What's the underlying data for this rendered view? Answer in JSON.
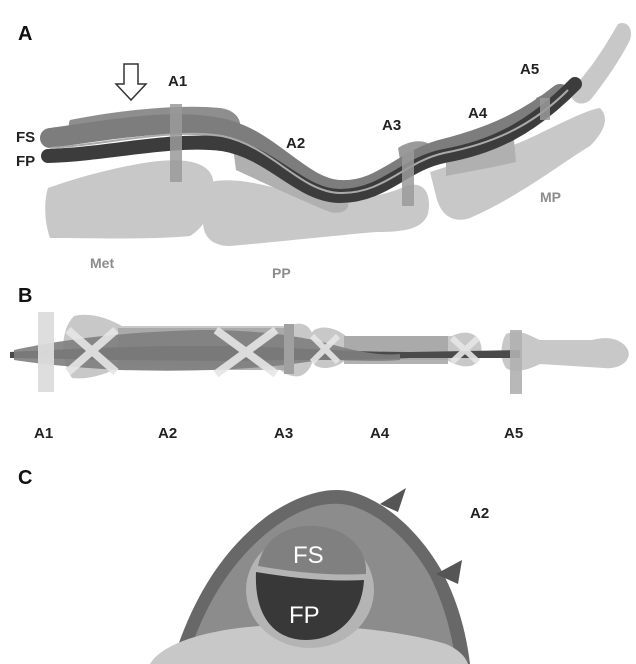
{
  "panels": {
    "a": "A",
    "b": "B",
    "c": "C"
  },
  "panel_a": {
    "pulley_labels": {
      "a1": "A1",
      "a2": "A2",
      "a3": "A3",
      "a4": "A4",
      "a5": "A5"
    },
    "tendon_labels": {
      "fs": "FS",
      "fp": "FP"
    },
    "bone_labels": {
      "met": "Met",
      "pp": "PP",
      "mp": "MP"
    }
  },
  "panel_b": {
    "pulley_labels": [
      "A1",
      "A2",
      "A3",
      "A4",
      "A5"
    ]
  },
  "panel_c": {
    "pulley_label": "A2",
    "tendon_labels": {
      "fs": "FS",
      "fp": "FP"
    }
  },
  "colors": {
    "bone": "#c8c8c8",
    "pulley": "#9a9a9a",
    "fs_tendon": "#7d7d7d",
    "fp_tendon": "#3c3c3c",
    "pulley_overlay": "#b4b4b4",
    "annular_band": "#e2e2e2",
    "sheath": "#686868"
  }
}
